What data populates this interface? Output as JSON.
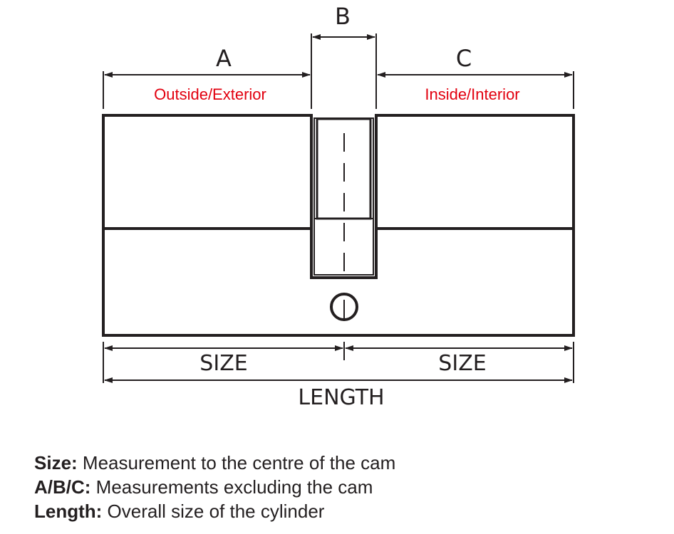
{
  "colors": {
    "ink": "#231f20",
    "label_red": "#e2000f"
  },
  "dimensions": {
    "a": "A",
    "b": "B",
    "c": "C",
    "size_left": "SIZE",
    "size_right": "SIZE",
    "length": "LENGTH"
  },
  "sides": {
    "outside": "Outside/Exterior",
    "inside": "Inside/Interior"
  },
  "legend": [
    {
      "term": "Size:",
      "text": " Measurement to the centre of the cam"
    },
    {
      "term": "A/B/C:",
      "text": " Measurements excluding the cam"
    },
    {
      "term": "Length:",
      "text": " Overall size of the cylinder"
    }
  ]
}
